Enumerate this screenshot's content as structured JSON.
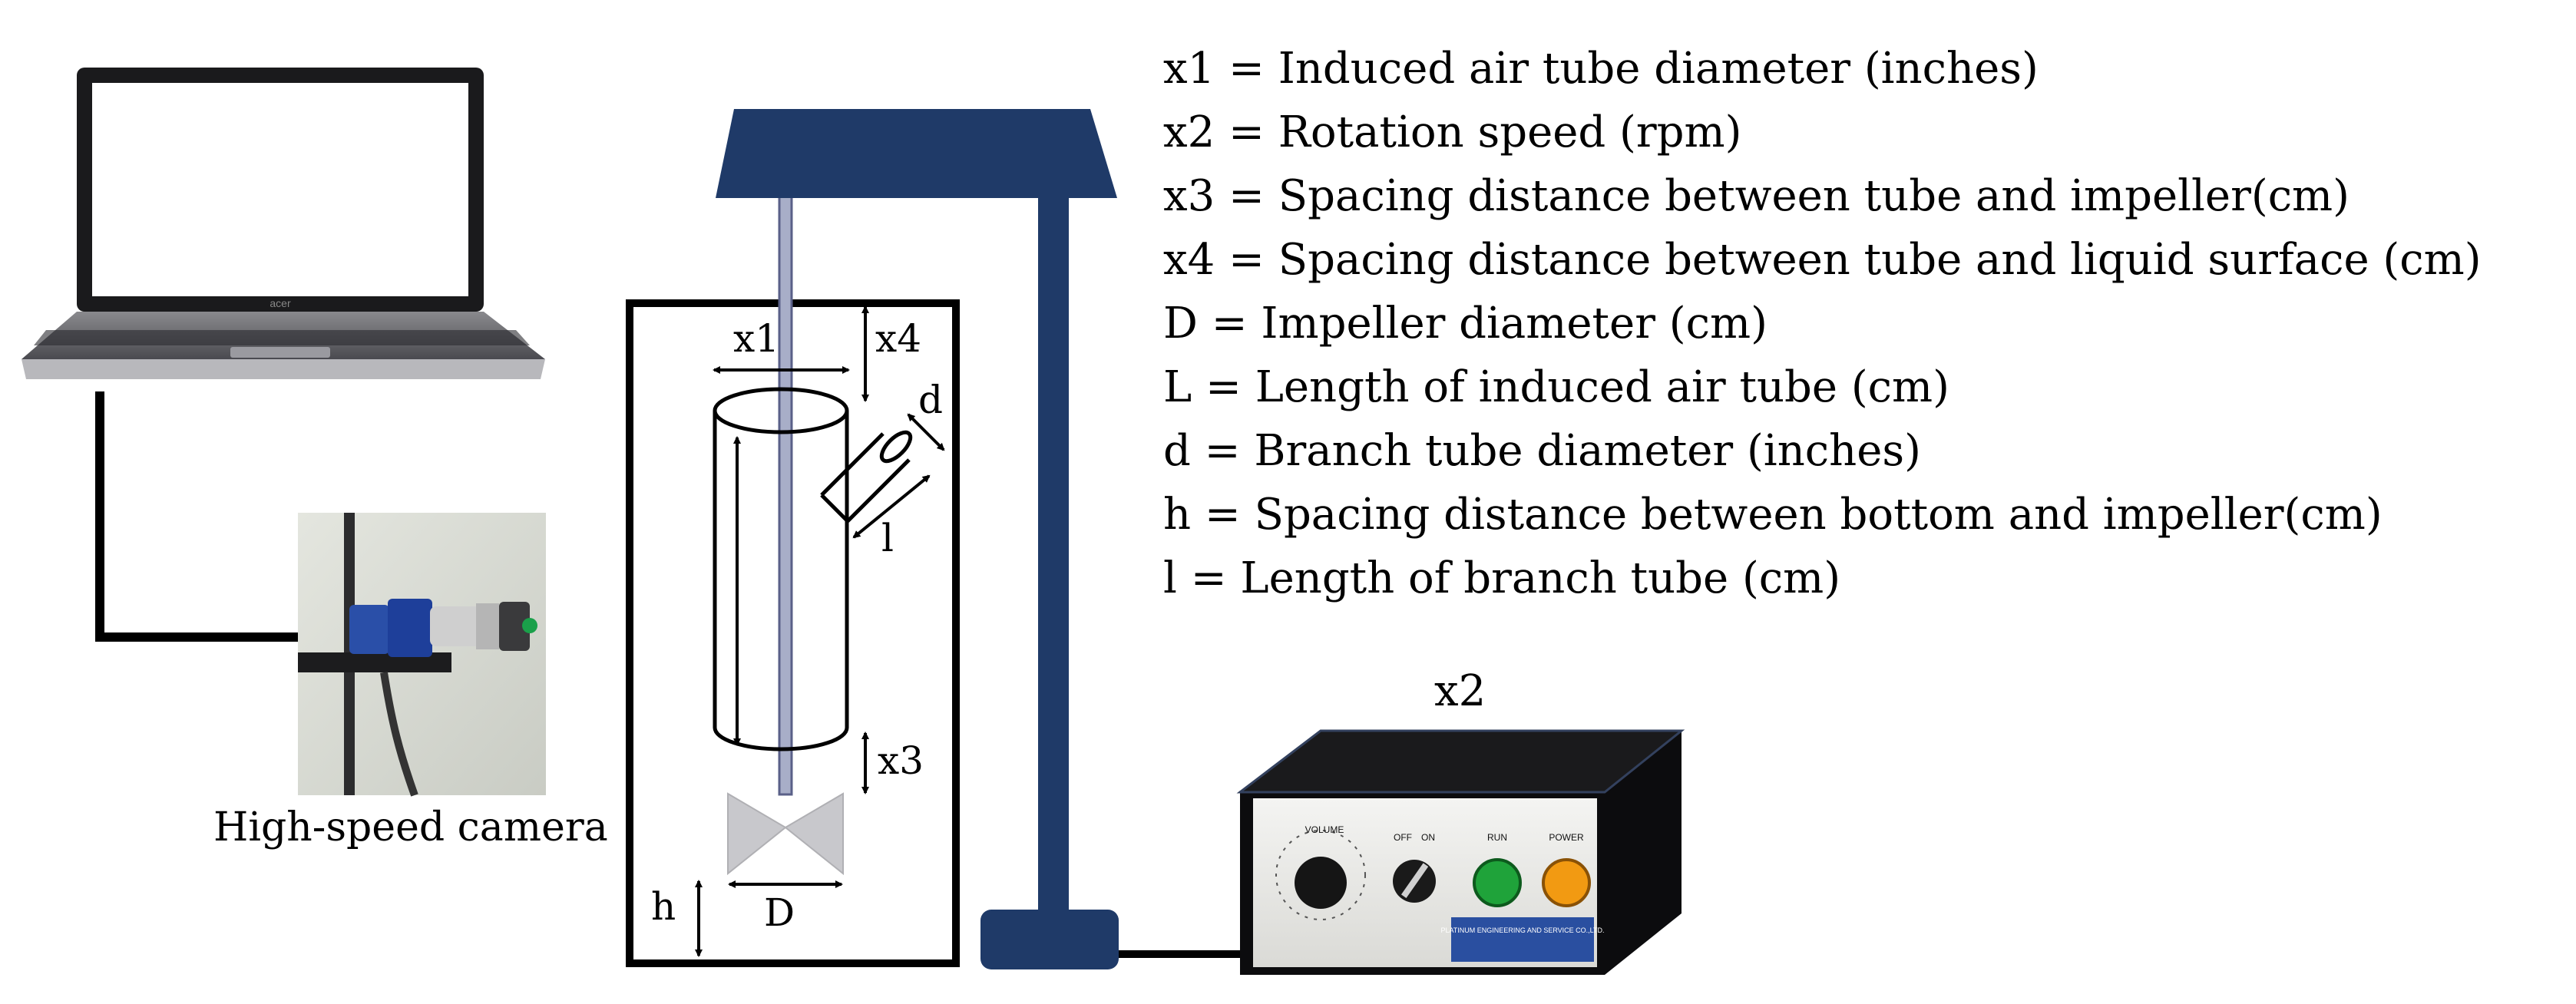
{
  "legend": [
    "x1 = Induced air tube diameter (inches)",
    "x2 = Rotation speed (rpm)",
    "x3 = Spacing distance between tube and impeller(cm)",
    "x4 = Spacing distance between tube and liquid surface (cm)",
    "D = Impeller diameter (cm)",
    "L = Length of induced air tube (cm)",
    "d = Branch tube diameter (inches)",
    "h = Spacing distance between bottom and impeller(cm)",
    "l = Length of branch tube (cm)"
  ],
  "labels": {
    "x1": "x1",
    "x4": "x4",
    "d": "d",
    "l": "l",
    "x3": "x3",
    "h": "h",
    "D": "D",
    "x2": "x2"
  },
  "camera_caption": "High-speed camera",
  "laptop_brand": "acer",
  "control_box": {
    "volume": "VOLUME",
    "off": "OFF",
    "on": "ON",
    "run": "RUN",
    "power": "POWER",
    "company": "PLATINUM ENGINEERING AND SERVICE CO.,LTD."
  },
  "colors": {
    "stand": "#1f3a68",
    "impeller": "#c8c8cc",
    "shaft": "#a8aec8",
    "run_button": "#1fa33a",
    "power_button": "#f29a12"
  }
}
